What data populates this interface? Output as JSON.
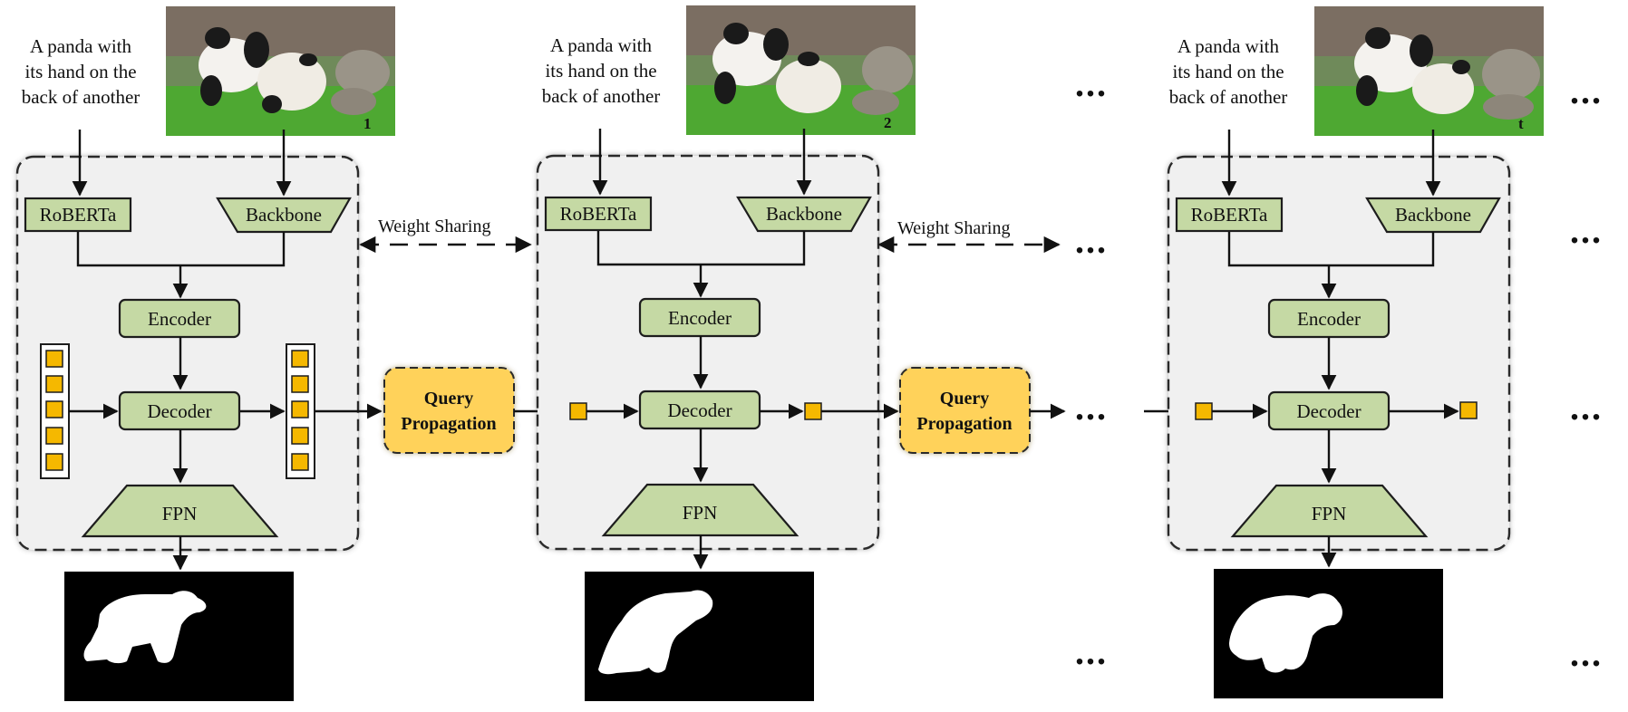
{
  "figure": {
    "caption": "A panda with its hand on the back of another",
    "caption_lines": [
      "A panda with",
      "its hand on the",
      "back of another"
    ],
    "text_encoder": "RoBERTa",
    "visual_backbone": "Backbone",
    "encoder": "Encoder",
    "decoder": "Decoder",
    "fpn": "FPN",
    "weight_sharing": "Weight Sharing",
    "query_propagation": [
      "Query",
      "Propagation"
    ],
    "ellipsis": "...",
    "frames": [
      {
        "index": "1"
      },
      {
        "index": "2"
      },
      {
        "index": "t"
      }
    ]
  },
  "colors": {
    "module_fill": "#c5d9a4",
    "module_stroke": "#1d1d1d",
    "block_fill": "#f0f0f0",
    "block_stroke": "#2b2b2b",
    "query_fill": "#ffd25a",
    "query_token": "#f5b800",
    "mask_bg": "#000000",
    "mask_fg": "#ffffff",
    "grass": "#4ea832",
    "rock": "#9a9488"
  }
}
